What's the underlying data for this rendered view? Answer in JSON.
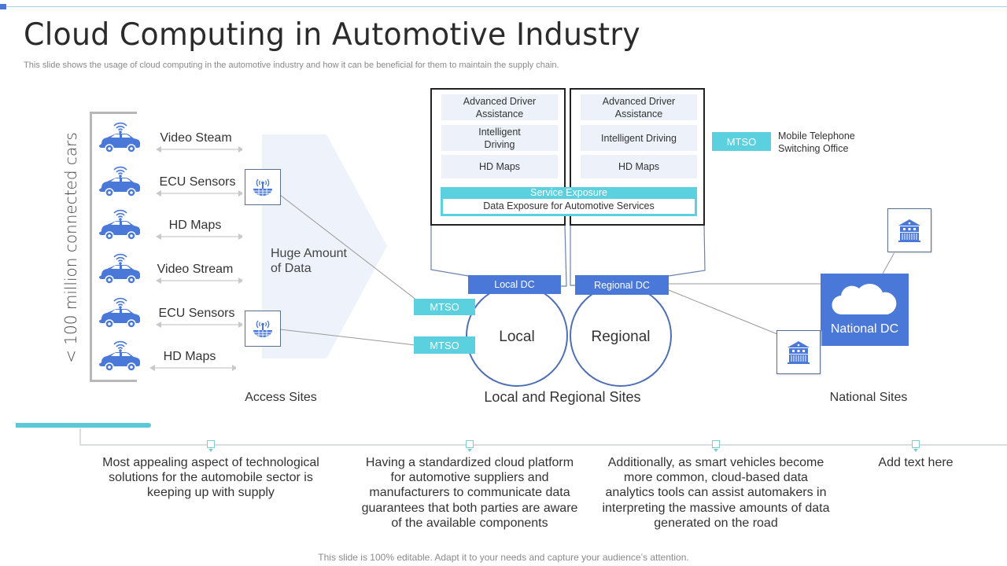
{
  "title": "Cloud Computing in Automotive Industry",
  "subtitle": "This slide shows the usage of cloud computing in the automotive industry and how it can be beneficial for them to maintain the supply chain.",
  "colors": {
    "primary_blue": "#4a78d8",
    "cyan": "#5bd0df",
    "light_panel": "#ecf1fa",
    "chevron": "#eef2fa"
  },
  "access": {
    "cars_label": "< 100 million connected cars",
    "streams": [
      "Video Steam",
      "ECU Sensors",
      "HD Maps",
      "Video Stream",
      "ECU Sensors",
      "HD Maps"
    ],
    "huge_data": [
      "Huge Amount",
      "of Data"
    ],
    "section_label": "Access Sites",
    "car_icon": "connected-car-icon",
    "tower_icon": "antenna-tower-icon"
  },
  "dc_panels": {
    "local": [
      "Advanced Driver Assistance",
      "Intelligent Driving",
      "HD Maps"
    ],
    "regional": [
      "Advanced Driver Assistance",
      "Intelligent Driving",
      "HD Maps"
    ],
    "service_exposure": "Service Exposure",
    "data_exposure": "Data Exposure for Automotive Services"
  },
  "legend": {
    "mtso": "MTSO",
    "mtso_full": [
      "Mobile Telephone",
      "Switching Office"
    ]
  },
  "local_regional": {
    "local_dc": "Local DC",
    "regional_dc": "Regional  DC",
    "mtso_1": "MTSO",
    "mtso_2": "MTSO",
    "local": "Local",
    "regional": "Regional",
    "section_label": "Local and Regional Sites"
  },
  "national": {
    "dc_label": "National DC",
    "section_label": "National Sites",
    "cloud_icon": "cloud-icon",
    "building_icon": "bank-building-icon"
  },
  "timeline": [
    "Most appealing aspect of technological solutions for the automobile sector is keeping up with supply",
    "Having a standardized cloud platform for automotive suppliers and manufacturers to communicate data guarantees that both parties are aware of the available components",
    "Additionally, as smart vehicles become more common, cloud-based data analytics tools can assist automakers in interpreting the massive amounts of data generated on the road",
    "Add text here"
  ],
  "footer": "This slide is 100% editable. Adapt it to your needs and capture your audience’s attention."
}
